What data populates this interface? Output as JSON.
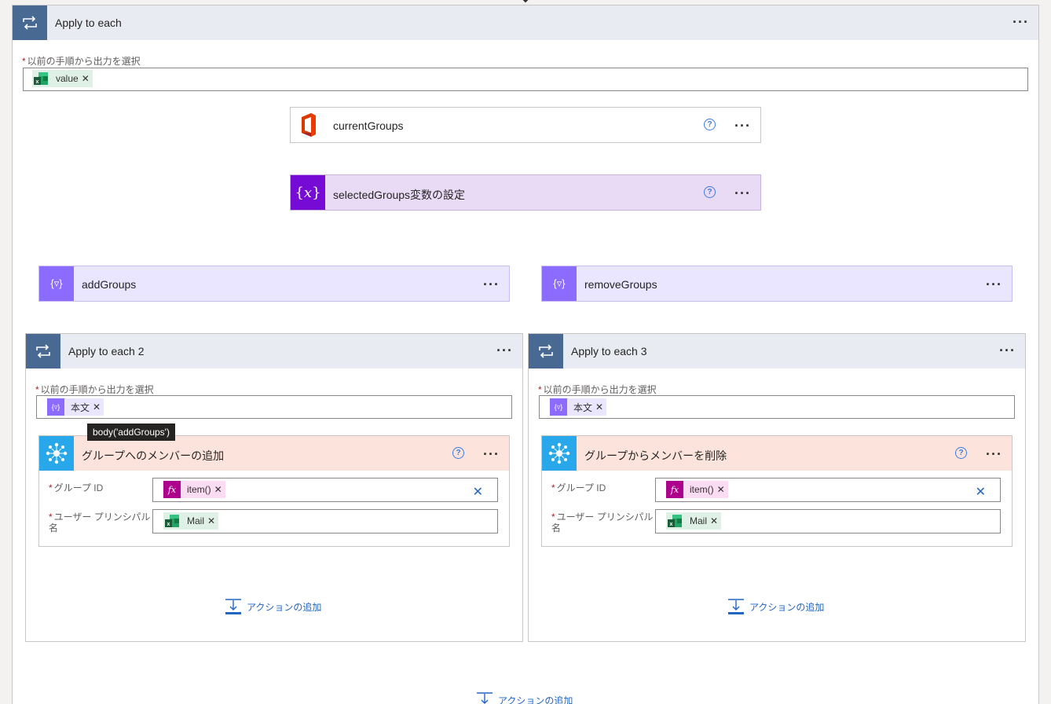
{
  "outer": {
    "title": "Apply to each",
    "field_label": "以前の手順から出力を選択",
    "required_mark": "*",
    "token": "value",
    "add_action": "アクションの追加"
  },
  "cards": {
    "current_groups": {
      "title": "currentGroups",
      "help": "?"
    },
    "selected_groups": {
      "title": "selectedGroups変数の設定",
      "help": "?"
    },
    "add_groups": {
      "title": "addGroups"
    },
    "remove_groups": {
      "title": "removeGroups"
    }
  },
  "loop2": {
    "title": "Apply to each 2",
    "field_label": "以前の手順から出力を選択",
    "token": "本文",
    "tooltip": "body('addGroups')",
    "action": {
      "title": "グループへのメンバーの追加",
      "help": "?",
      "group_id_label": "グループ ID",
      "group_id_token": "item()",
      "upn_label": "ユーザー プリンシパル名",
      "upn_token": "Mail"
    },
    "add_action": "アクションの追加"
  },
  "loop3": {
    "title": "Apply to each 3",
    "field_label": "以前の手順から出力を選択",
    "token": "本文",
    "action": {
      "title": "グループからメンバーを削除",
      "help": "?",
      "group_id_label": "グループ ID",
      "group_id_token": "item()",
      "upn_label": "ユーザー プリンシパル名",
      "upn_token": "Mail"
    },
    "add_action": "アクションの追加"
  },
  "icons": {
    "loop": "loop-arrows-icon",
    "excel": "excel-icon",
    "office": "office-icon",
    "variable": "variable-icon",
    "filter": "filter-array-icon",
    "expression": "fx-icon",
    "azuread": "azure-ad-icon",
    "more": "more-dots-icon",
    "close": "close-icon",
    "add_action": "add-action-icon"
  },
  "colors": {
    "loop_header": "#486991",
    "variable": "#770bd6",
    "filter": "#8c6cff",
    "fx": "#ad008c",
    "azuread": "#28a8ea",
    "link": "#2266c4"
  }
}
